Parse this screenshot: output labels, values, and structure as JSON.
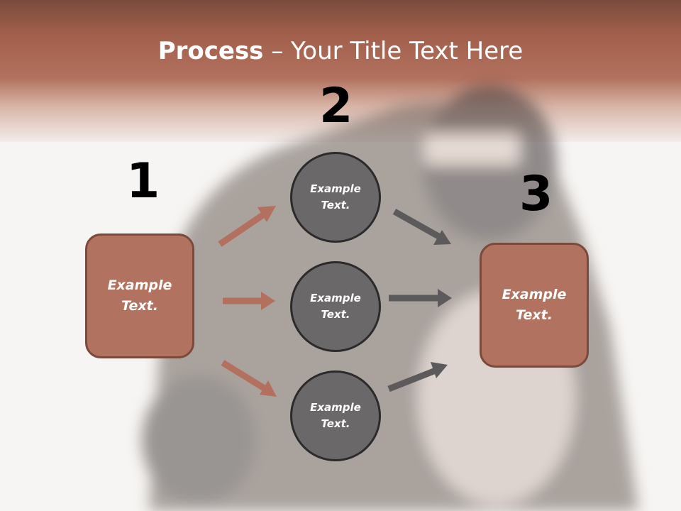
{
  "title": {
    "bold": "Process",
    "rest": " – Your Title Text Here"
  },
  "numbers": {
    "one": "1",
    "two": "2",
    "three": "3"
  },
  "left_box": {
    "text": "Example Text."
  },
  "right_box": {
    "text": "Example Text."
  },
  "circles": [
    {
      "text": "Example Text."
    },
    {
      "text": "Example Text."
    },
    {
      "text": "Example Text."
    }
  ],
  "colors": {
    "accent": "#b17260",
    "circle": "#6a6868",
    "header": "#a2604c"
  }
}
